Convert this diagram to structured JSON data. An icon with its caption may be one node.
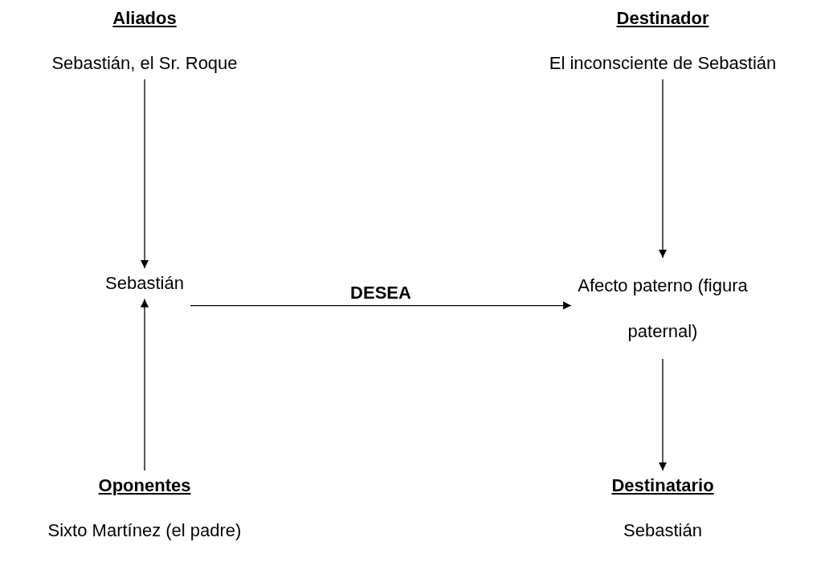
{
  "diagram": {
    "nodes": [
      {
        "text": [
          "Aliados",
          "Sebastián, el Sr. Roque"
        ]
      },
      {
        "text": [
          "Destinador",
          "El inconsciente de Sebastián"
        ]
      },
      {
        "text": [
          "Sebastián"
        ]
      },
      {
        "text": [
          "Afecto paterno (figura paternal)"
        ]
      },
      {
        "text": [
          "Oponentes",
          "Sixto Martínez (el padre)"
        ]
      },
      {
        "text": [
          "Destinatario",
          "Sebastián"
        ]
      }
    ],
    "edges": [
      {
        "from": 0,
        "to": 2,
        "arrow": "to"
      },
      {
        "from": 1,
        "to": 3,
        "arrow": "to"
      },
      {
        "from": 2,
        "to": 3,
        "arrow": "to",
        "label": "DESEA"
      },
      {
        "from": 4,
        "to": 2,
        "arrow": "to"
      },
      {
        "from": 3,
        "to": 5,
        "arrow": "to"
      }
    ]
  }
}
